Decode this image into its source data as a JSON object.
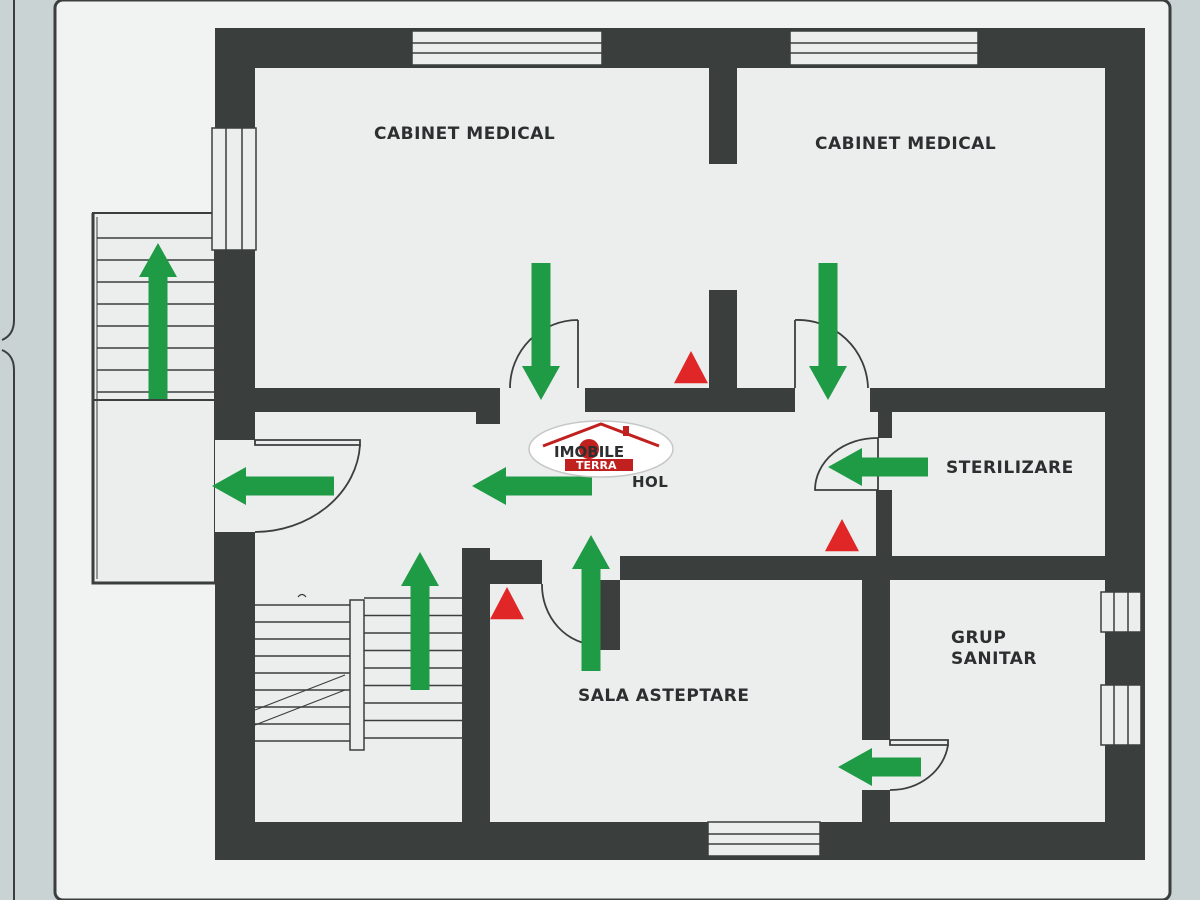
{
  "rooms": {
    "cabinet_1": "CABINET MEDICAL",
    "cabinet_2": "CABINET MEDICAL",
    "sterilizare": "STERILIZARE",
    "hol": "HOL",
    "grup_line1": "GRUP",
    "grup_line2": "SANITAR",
    "sala": "SALA ASTEPTARE"
  },
  "logo": {
    "line1": "IMOBILE",
    "line2": "TERRA"
  },
  "icons": {
    "exit_arrow": "evacuation-arrow-icon",
    "extinguisher": "red-triangle-icon",
    "logo_globe": "globe-icon",
    "logo_roof": "house-roof-icon"
  },
  "colors": {
    "wall": "#3a3f3e",
    "floor": "#ebeeed",
    "arrow": "#1f9a45",
    "triangle": "#e02626",
    "logo_red": "#c0211f"
  }
}
